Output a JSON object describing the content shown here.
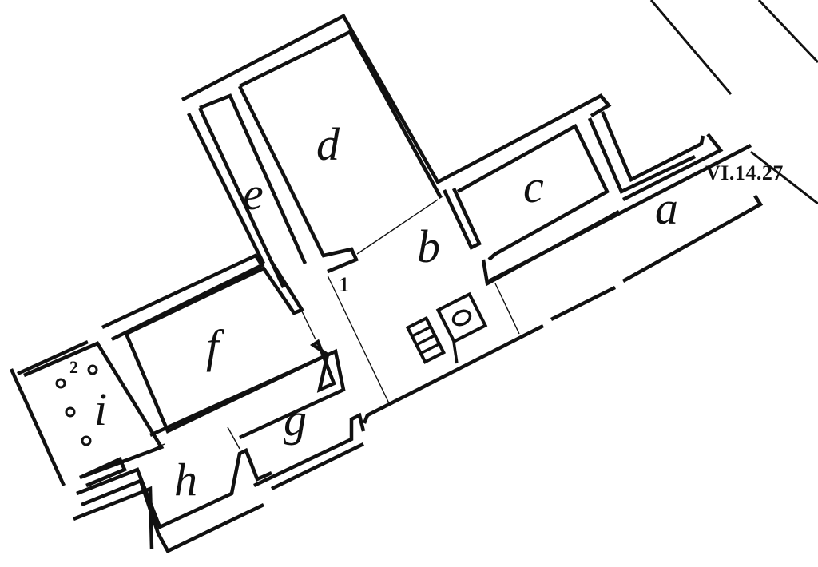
{
  "plan": {
    "address_label": "VI.14.27",
    "rooms": [
      {
        "id": "a",
        "label": "a"
      },
      {
        "id": "b",
        "label": "b"
      },
      {
        "id": "c",
        "label": "c"
      },
      {
        "id": "d",
        "label": "d"
      },
      {
        "id": "e",
        "label": "e"
      },
      {
        "id": "f",
        "label": "f"
      },
      {
        "id": "g",
        "label": "g"
      },
      {
        "id": "h",
        "label": "h"
      },
      {
        "id": "i",
        "label": "i"
      }
    ],
    "markers": [
      {
        "id": "1",
        "label": "1"
      },
      {
        "id": "2",
        "label": "2"
      }
    ],
    "colors": {
      "ink": "#111111",
      "background": "#ffffff"
    }
  }
}
